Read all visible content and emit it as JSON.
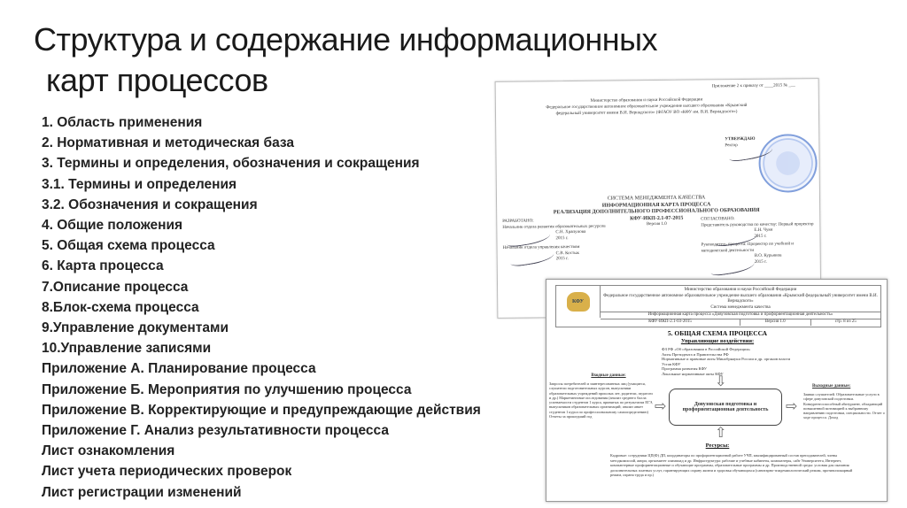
{
  "title": {
    "line1": "Структура и содержание информационных",
    "line2": "карт процессов"
  },
  "list": [
    "1.   Область применения",
    "2.   Нормативная и методическая база",
    "3.   Термины и определения, обозначения и сокращения",
    "3.1. Термины и определения",
    "3.2. Обозначения и сокращения",
    "4.   Общие положения",
    "5.   Общая схема процесса",
    "6.   Карта процесса",
    "7.Описание процесса",
    "8.Блок-схема процесса",
    "9.Управление документами",
    "10.Управление записями",
    "Приложение А. Планирование процесса",
    "Приложение Б. Мероприятия по улучшению процесса",
    "Приложение В. Корректирующие и предупреждающие действия",
    "Приложение Г. Анализ результативности процесса",
    "Лист ознакомления",
    "Лист учета периодических проверок",
    "Лист регистрации изменений"
  ],
  "doc1": {
    "appendix": "Приложение 2 к приказу от ____2015 № ___",
    "ministry": "Министерство образования и науки Российской Федерации",
    "institution": "Федеральное государственное автономное образовательное учреждение высшего образования «Крымский федеральный университет имени В.И. Вернадского» (ФГАОУ ВО «КФУ им. В.И. Вернадского»)",
    "approve": "УТВЕРЖДАЮ",
    "rector": "Ректор",
    "system": "СИСТЕМА МЕНЕДЖМЕНТА КАЧЕСТВА",
    "card": "ИНФОРМАЦИОННАЯ КАРТА ПРОЦЕССА",
    "process": "РЕАЛИЗАЦИЯ ДОПОЛНИТЕЛЬНОГО ПРОФЕССИОНАЛЬНОГО ОБРАЗОВАНИЯ",
    "code": "КФУ-ИКП-2.1-07-2015",
    "version": "Версия 1.0",
    "developed": "РАЗРАБОТАНО:",
    "dev1": "Начальник отдела развития образовательных ресурсов",
    "dev1_name": "С.Н. Храпунова",
    "dev2": "Начальник отдела управления качеством",
    "dev2_name": "С.В. Костык",
    "year": "2015 г.",
    "agreed": "СОГЛАСОВАНО:",
    "agr1": "Представитель руководства по качеству: Первый проректор",
    "agr1_name": "Е.Н. Чуян",
    "agr2": "Руководитель процесса: Проректор по учебной и методической деятельности",
    "agr2_name": "В.О. Курьянов"
  },
  "doc2": {
    "ministry": "Министерство образования и науки Российской Федерации",
    "institution": "Федеральное государственное автономное образовательное учреждение высшего образования «Крымский федеральный университет имени В.И. Вернадского»",
    "system": "Система менеджмента качества",
    "card": "Информационная карта процесса «Довузовская подготовка и профориентационная деятельность»",
    "code": "КФУ-ИКП-2.1-03-2015",
    "version": "Версия 1.0",
    "page": "стр. 8 из 25",
    "logo": "КФУ",
    "section": "5. ОБЩАЯ СХЕМА ПРОЦЕССА",
    "control": "Управляющие воздействия:",
    "control_items": [
      "ФЗ РФ «Об образовании в Российской Федерации»",
      "Акты Президента и Правительства РФ",
      "Нормативные и правовые акты Минобрнауки России и др. органов власти",
      "Устав КФУ",
      "Программа развития КФУ",
      "Локальные нормативные акты КФУ"
    ],
    "inputs": "Входные данные:",
    "inputs_text": "Запросы потребителей и заинтересованных лиц (учащиеся, слушатели подготовительных курсов, выпускники образовательных учреждений прошлых лет, родители, педагоги и др.) Маркетинговые исследования (анализ среднего балла успеваемости студентов 1 курса, принятых по результатам ЕГЭ, выпускников образовательных организаций; анализ анкет студентов 1 курса по профессиональному самоопределению) Отчеты за прошедший год",
    "center": "Довузовская подготовка и профориентационная деятельность",
    "outputs": "Выходные данные:",
    "outputs_text": "Заявки слушателей. Образовательные услуги в сфере довузовской подготовки. Конкурентоспособный абитуриент, обладающий повышенной мотивацией к выбранному направлению подготовки, специальности. Отчет о ходе процесса. Доход",
    "resources": "Ресурсы:",
    "resources_text": "Кадровые: сотрудники ЦП(Ф) ДП, координаторы по профориентационной работе УЧП, квалифицированный состав преподавателей, члены методкомиссий, жюри, оргкомитет олимпиад и др. Инфраструктура: рабочие и учебные кабинеты, компьютеры, сайт Университета, Интернет, компьютерные профориентационные и обучающие программы, образовательные программы и др. Производственной среды: условия для оказания дополнительных платных услуг, гарантирующих охрану жизни и здоровья обучающихся (санитарно-эпидемиологический режим, противопожарный режим, охрана труда и пр.)"
  }
}
